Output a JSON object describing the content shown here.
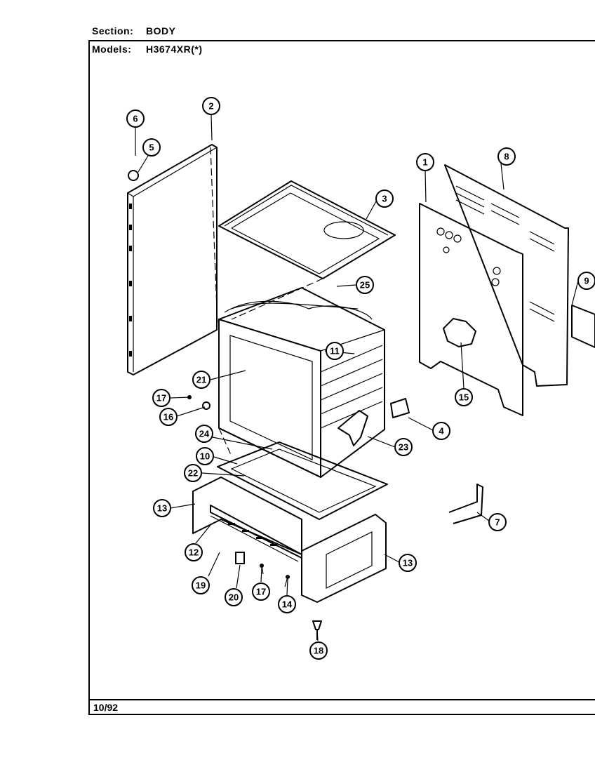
{
  "header": {
    "section_label": "Section:",
    "section_value": "BODY",
    "models_label": "Models:",
    "models_value": "H3674XR(*)"
  },
  "footer": {
    "date": "10/92"
  },
  "callouts": [
    "1",
    "2",
    "3",
    "4",
    "5",
    "6",
    "7",
    "8",
    "9",
    "10",
    "11",
    "12",
    "13",
    "13",
    "14",
    "15",
    "16",
    "17",
    "17",
    "18",
    "19",
    "20",
    "21",
    "22",
    "23",
    "24",
    "25"
  ]
}
